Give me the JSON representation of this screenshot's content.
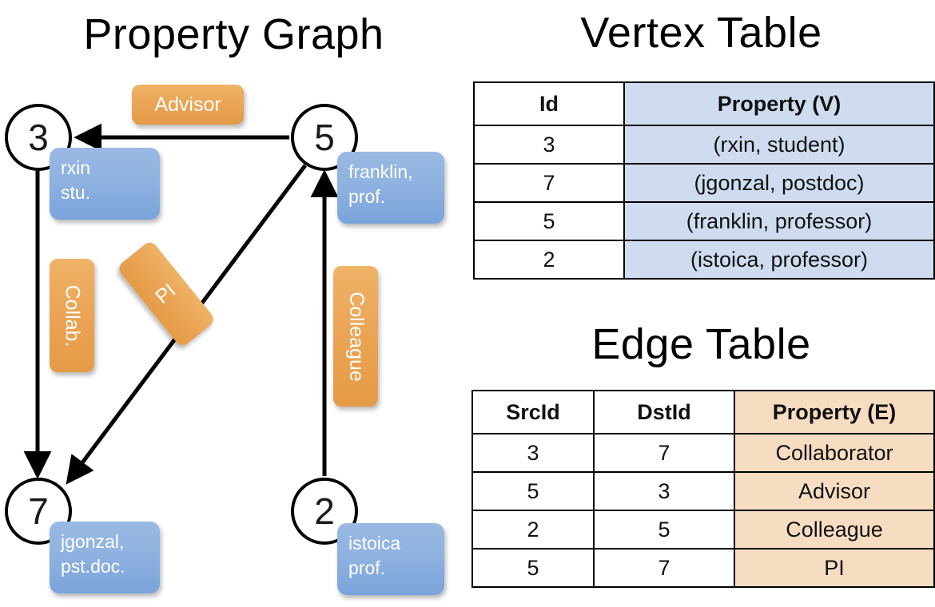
{
  "titles": {
    "graph": "Property Graph",
    "vertex": "Vertex Table",
    "edge": "Edge Table"
  },
  "graph": {
    "nodes": [
      {
        "id": "3",
        "property_line1": "rxin",
        "property_line2": "stu."
      },
      {
        "id": "5",
        "property_line1": "franklin,",
        "property_line2": "prof."
      },
      {
        "id": "7",
        "property_line1": "jgonzal,",
        "property_line2": "pst.doc."
      },
      {
        "id": "2",
        "property_line1": "istoica",
        "property_line2": "prof."
      }
    ],
    "edge_labels": {
      "advisor": "Advisor",
      "collab": "Collab.",
      "pi": "PI",
      "colleague": "Colleague"
    },
    "edges": [
      {
        "src": "5",
        "dst": "3",
        "label": "Advisor"
      },
      {
        "src": "3",
        "dst": "7",
        "label": "Collab."
      },
      {
        "src": "5",
        "dst": "7",
        "label": "PI"
      },
      {
        "src": "2",
        "dst": "5",
        "label": "Colleague"
      }
    ]
  },
  "vertex_table": {
    "headers": [
      "Id",
      "Property (V)"
    ],
    "rows": [
      {
        "id": "3",
        "property": "(rxin, student)"
      },
      {
        "id": "7",
        "property": "(jgonzal, postdoc)"
      },
      {
        "id": "5",
        "property": "(franklin, professor)"
      },
      {
        "id": "2",
        "property": "(istoica, professor)"
      }
    ]
  },
  "edge_table": {
    "headers": [
      "SrcId",
      "DstId",
      "Property (E)"
    ],
    "rows": [
      {
        "src": "3",
        "dst": "7",
        "property": "Collaborator"
      },
      {
        "src": "5",
        "dst": "3",
        "property": "Advisor"
      },
      {
        "src": "2",
        "dst": "5",
        "property": "Colleague"
      },
      {
        "src": "5",
        "dst": "7",
        "property": "PI"
      }
    ]
  },
  "colors": {
    "vertex_property_fill": "#cfdcf0",
    "edge_property_fill": "#f6ddc2",
    "node_bubble_blue": "#8fb2e0",
    "edge_bubble_orange": "#eaa455",
    "stroke": "#000000"
  }
}
